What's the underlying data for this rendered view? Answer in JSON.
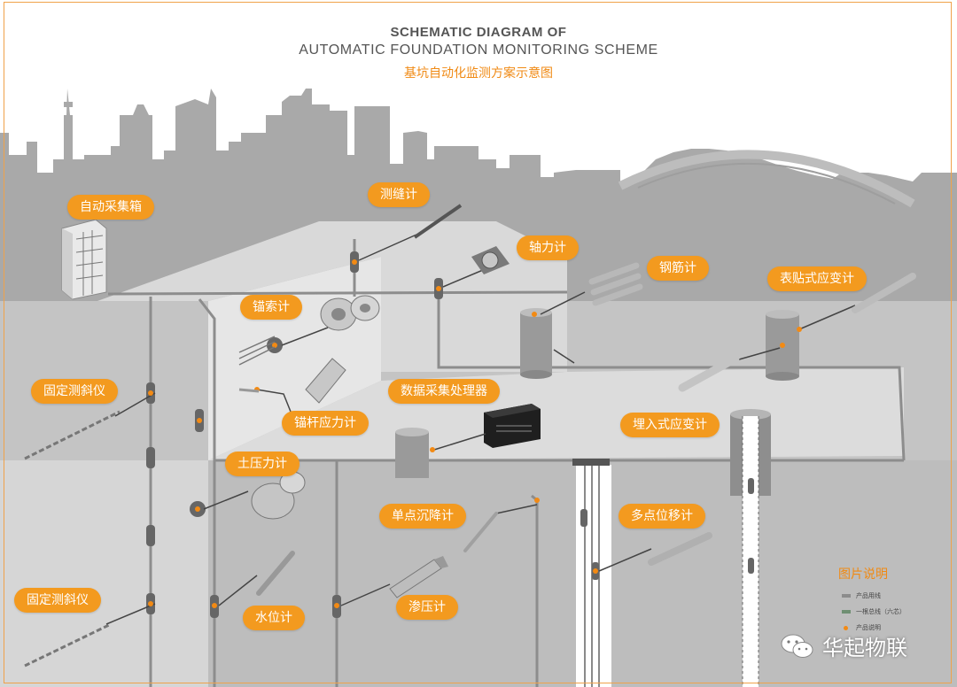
{
  "title": {
    "line1": "SCHEMATIC DIAGRAM OF",
    "line2": "AUTOMATIC FOUNDATION MONITORING SCHEME",
    "line3": "基坑自动化监测方案示意图"
  },
  "labels": {
    "auto_box": "自动采集箱",
    "crack_meter": "测缝计",
    "axial_force": "轴力计",
    "rebar_meter": "钢筋计",
    "surface_strain": "表贴式应变计",
    "anchor_cable": "锚索计",
    "inclinometer_top": "固定测斜仪",
    "anchor_rod_stress": "锚杆应力计",
    "data_processor": "数据采集处理器",
    "embedded_strain": "埋入式应变计",
    "earth_pressure": "土压力计",
    "single_settlement": "单点沉降计",
    "multi_displacement": "多点位移计",
    "inclinometer_bottom": "固定测斜仪",
    "water_level": "水位计",
    "piezometer": "渗压计"
  },
  "legend": {
    "title": "图片说明",
    "items": [
      "产品用线",
      "一根总线（六芯）",
      "产品说明"
    ],
    "colors": {
      "product_line": "#8c8c8c",
      "bus_line": "#6f8f72",
      "marker": "#f28a14"
    }
  },
  "watermark": {
    "text": "华起物联",
    "icon": "wechat-icon"
  },
  "colors": {
    "accent": "#f39a1f",
    "title_orange": "#f08a14"
  }
}
